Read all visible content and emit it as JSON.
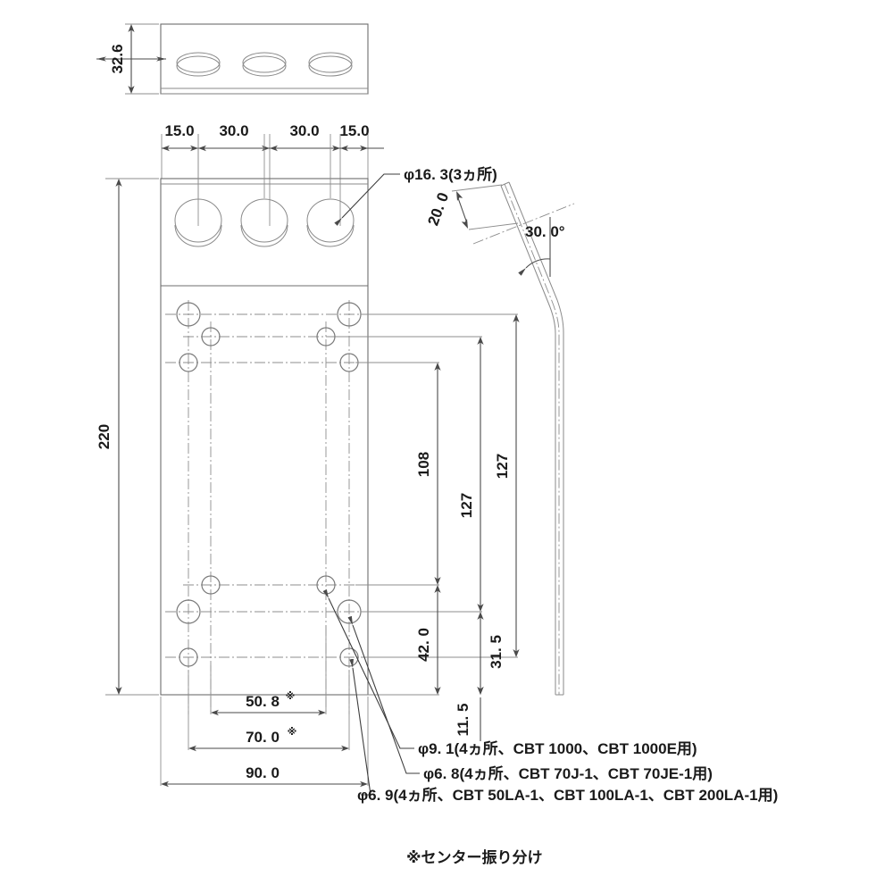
{
  "drawing": {
    "title": "mounting-bracket-technical-drawing",
    "units": "mm",
    "line_color": "#6d6d6d",
    "text_color": "#1a1a1a"
  },
  "dimensions": {
    "top_view_height": "32.6",
    "top_spacing_1": "15.0",
    "top_spacing_2": "30.0",
    "top_spacing_3": "30.0",
    "top_spacing_4": "15.0",
    "overall_height": "220",
    "width_50_8": "50. 8",
    "width_50_8_mark": "※",
    "width_70_0": "70. 0",
    "width_70_0_mark": "※",
    "width_90_0": "90. 0",
    "v_108": "108",
    "v_127_a": "127",
    "v_127_b": "127",
    "v_42_0": "42. 0",
    "v_31_5": "31. 5",
    "v_11_5": "11. 5",
    "flange_20_0": "20. 0",
    "bend_angle": "30. 0°"
  },
  "callouts": {
    "hole_16_3": "φ16. 3(3ヵ所)",
    "hole_9_1": "φ9. 1(4ヵ所、CBT 1000、CBT 1000E用)",
    "hole_6_8": "φ6. 8(4ヵ所、CBT 70J-1、CBT 70JE-1用)",
    "hole_6_9": "φ6. 9(4ヵ所、CBT 50LA-1、CBT 100LA-1、CBT 200LA-1用)"
  },
  "footnote": {
    "text": "※センター振り分け"
  }
}
